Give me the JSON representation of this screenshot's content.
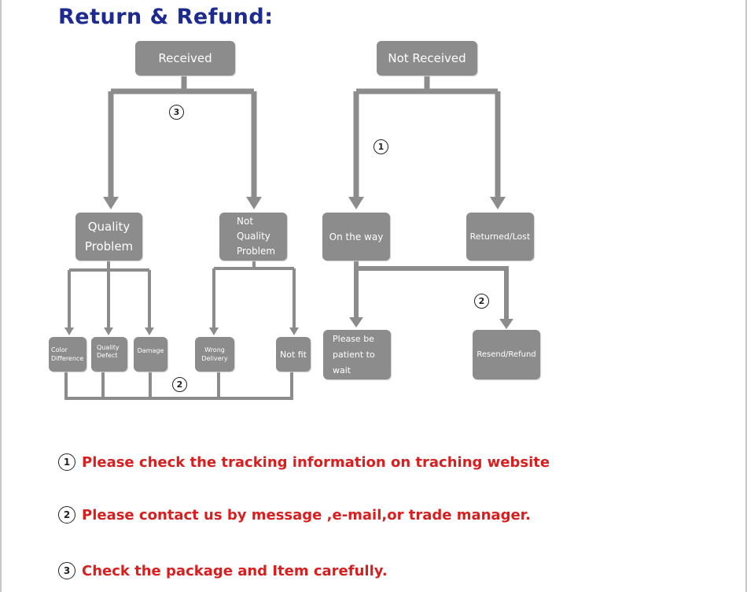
{
  "title": "Return & Refund:",
  "boxes": {
    "received": "Received",
    "not_received": "Not Received",
    "quality_problem": [
      "Quality",
      "Problem"
    ],
    "not_quality_problem": [
      "Not",
      "Quality",
      "Problem"
    ],
    "on_the_way": "On the way",
    "returned_lost": "Returned/Lost",
    "color_difference": [
      "Color",
      "Difference"
    ],
    "quality_defect": [
      "Quality",
      "Defect"
    ],
    "damage": "Damage",
    "wrong_delivery": [
      "Wrong",
      "Delivery"
    ],
    "not_fit": "Not fit",
    "please_wait": [
      "Please be",
      "patient to",
      "wait"
    ],
    "resend_refund": "Resend/Refund"
  },
  "step_markers": {
    "one": "1",
    "two": "2",
    "three": "3"
  },
  "notes": [
    {
      "marker": "1",
      "text": "Please check the tracking information on traching website"
    },
    {
      "marker": "2",
      "text": "Please contact us by message ,e-mail,or trade manager."
    },
    {
      "marker": "3",
      "text": "Check the package and Item carefully."
    }
  ],
  "colors": {
    "title": "#1d2a8f",
    "box": "#8c8c8c",
    "note_text": "#d81e1e",
    "line": "#8c8c8c"
  }
}
